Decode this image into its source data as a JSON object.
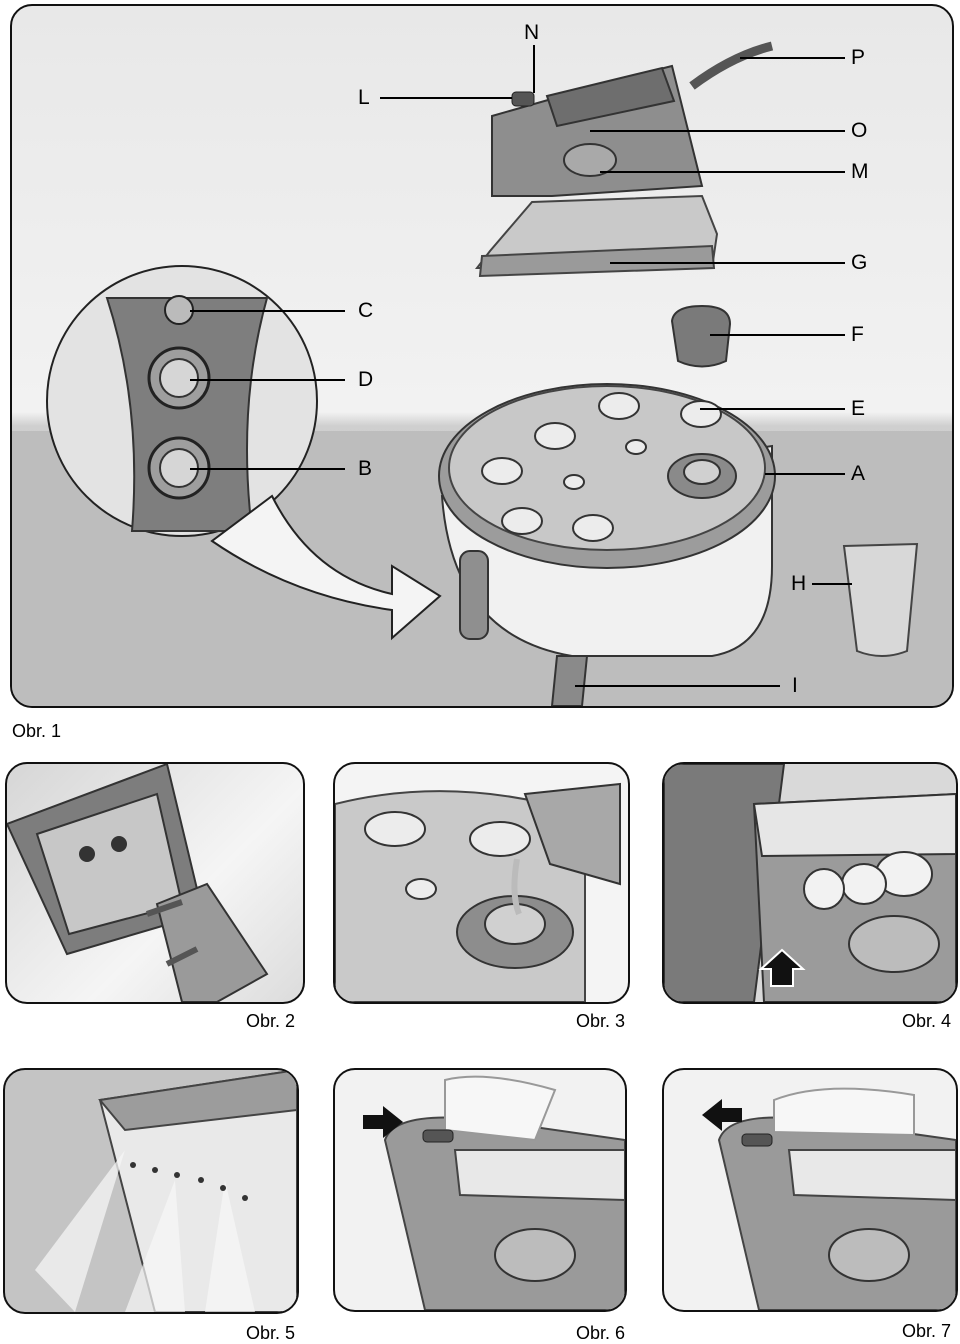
{
  "figures": {
    "fig1": {
      "caption": "Obr. 1"
    },
    "fig2": {
      "caption": "Obr. 2"
    },
    "fig3": {
      "caption": "Obr. 3"
    },
    "fig4": {
      "caption": "Obr. 4"
    },
    "fig5": {
      "caption": "Obr. 5"
    },
    "fig6": {
      "caption": "Obr. 6"
    },
    "fig7": {
      "caption": "Obr. 7"
    }
  },
  "callouts": {
    "N": "N",
    "L": "L",
    "P": "P",
    "O": "O",
    "M": "M",
    "G": "G",
    "C": "C",
    "F": "F",
    "D": "D",
    "E": "E",
    "B": "B",
    "A": "A",
    "H": "H",
    "I": "I"
  },
  "icons": {
    "fig4_arrow": "arrow-up-icon",
    "fig6_arrow": "arrow-right-icon",
    "fig7_arrow": "arrow-left-icon"
  }
}
